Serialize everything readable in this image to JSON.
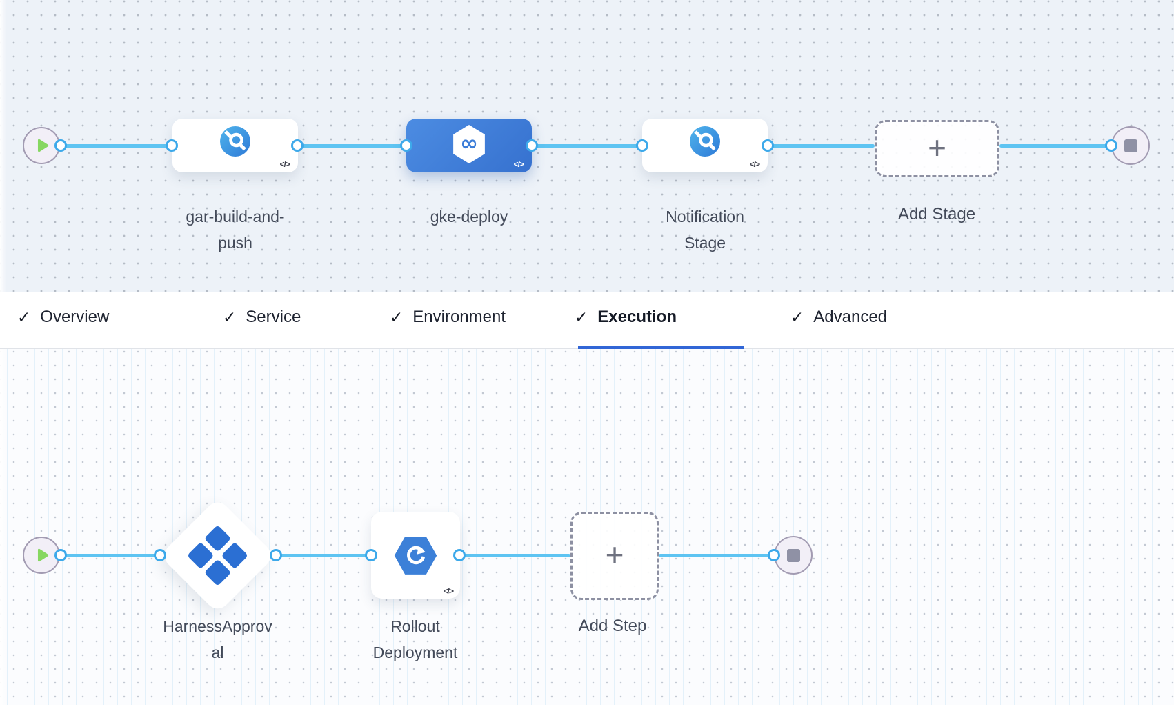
{
  "icons": {
    "check": "✓",
    "plus": "+",
    "code": "</>",
    "infinity": "∞"
  },
  "colors": {
    "connector_blue": "#5ec4f2",
    "selected_stage_blue": "#3d7fd8",
    "active_tab_underline": "#3166d6",
    "approval_icon_blue": "#2b6fd3",
    "gke_icon_blue": "#3c80d8",
    "play_green": "#86d761"
  },
  "stage_pipeline": {
    "stages": [
      {
        "name": "gar-build-and-push",
        "icon": "artifact-registry-icon",
        "selected": false
      },
      {
        "name": "gke-deploy",
        "icon": "harness-cd-icon",
        "selected": true
      },
      {
        "name": "Notification Stage",
        "icon": "custom-stage-icon",
        "selected": false
      }
    ],
    "add_label": "Add Stage"
  },
  "tabs": [
    {
      "label": "Overview",
      "checked": true,
      "active": false
    },
    {
      "label": "Service",
      "checked": true,
      "active": false
    },
    {
      "label": "Environment",
      "checked": true,
      "active": false
    },
    {
      "label": "Execution",
      "checked": true,
      "active": true
    },
    {
      "label": "Advanced",
      "checked": true,
      "active": false
    }
  ],
  "execution_flow": {
    "steps": [
      {
        "name": "HarnessApproval",
        "icon": "approval-icon",
        "shape": "diamond"
      },
      {
        "name": "Rollout Deployment",
        "icon": "gke-icon",
        "shape": "card"
      }
    ],
    "add_label": "Add Step"
  }
}
